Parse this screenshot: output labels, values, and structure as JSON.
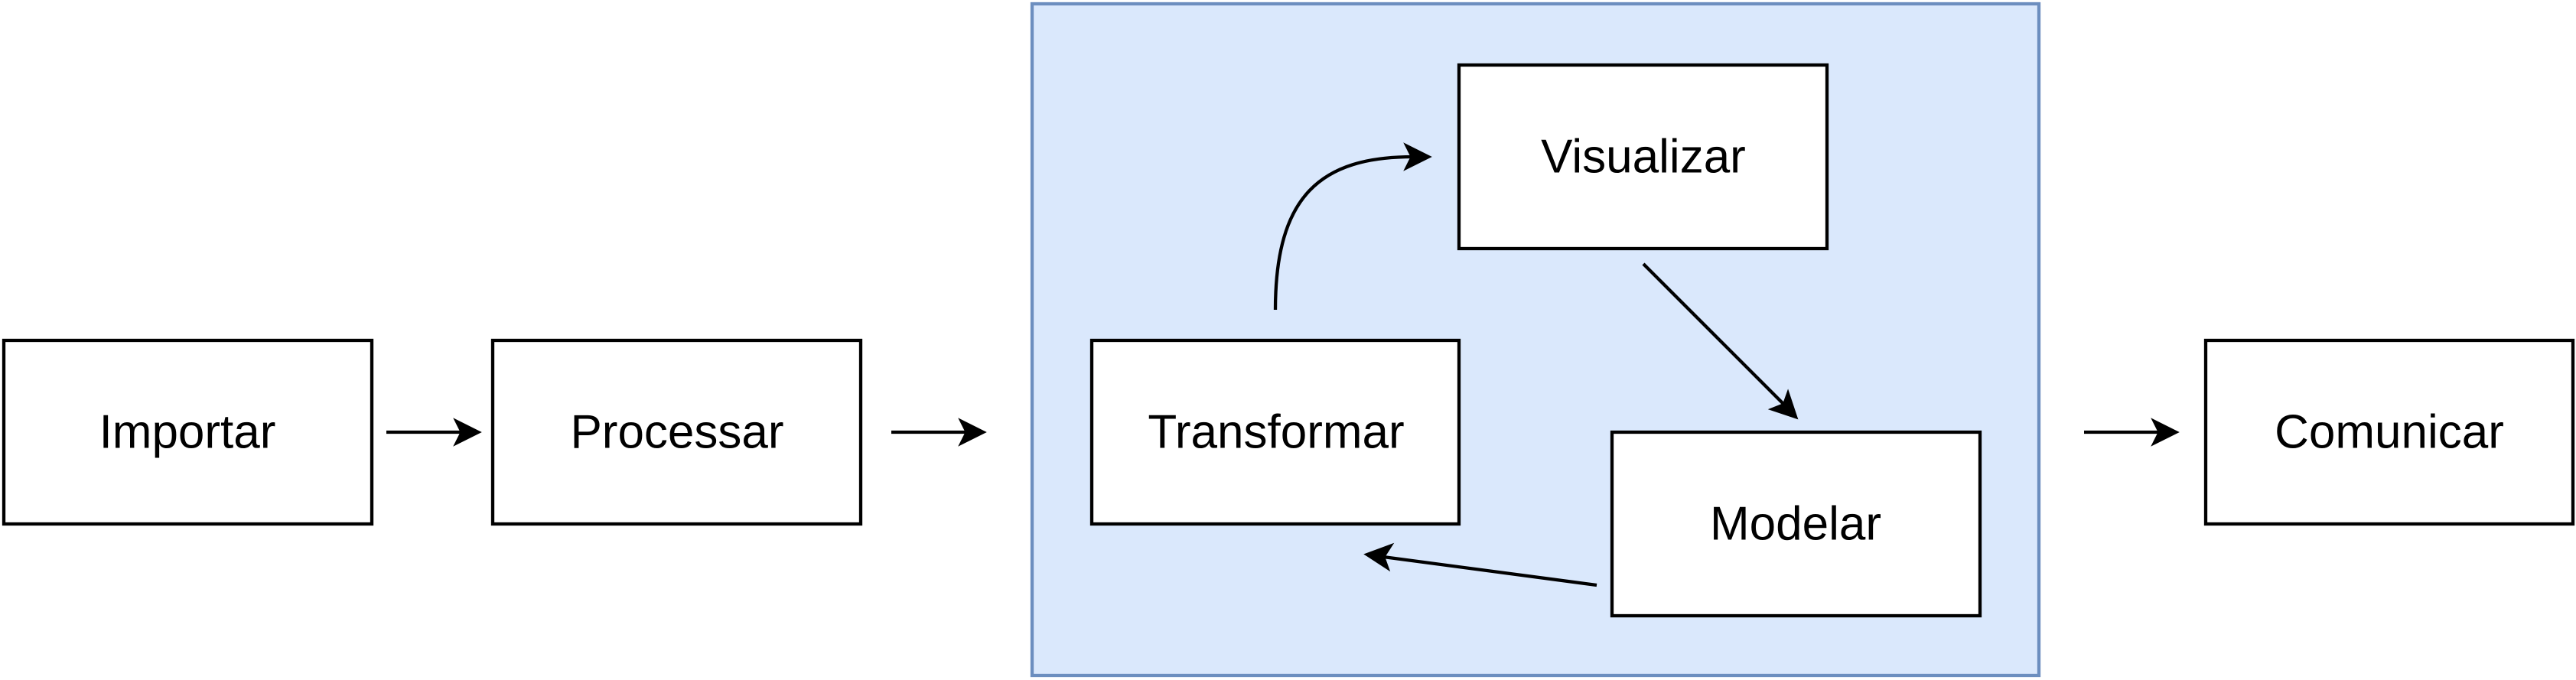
{
  "nodes": {
    "importar": "Importar",
    "processar": "Processar",
    "transformar": "Transformar",
    "visualizar": "Visualizar",
    "modelar": "Modelar",
    "comunicar": "Comunicar"
  },
  "colors": {
    "group_fill": "#dae8fc",
    "group_stroke": "#6c8ebf",
    "node_fill": "#ffffff",
    "node_stroke": "#000000"
  }
}
